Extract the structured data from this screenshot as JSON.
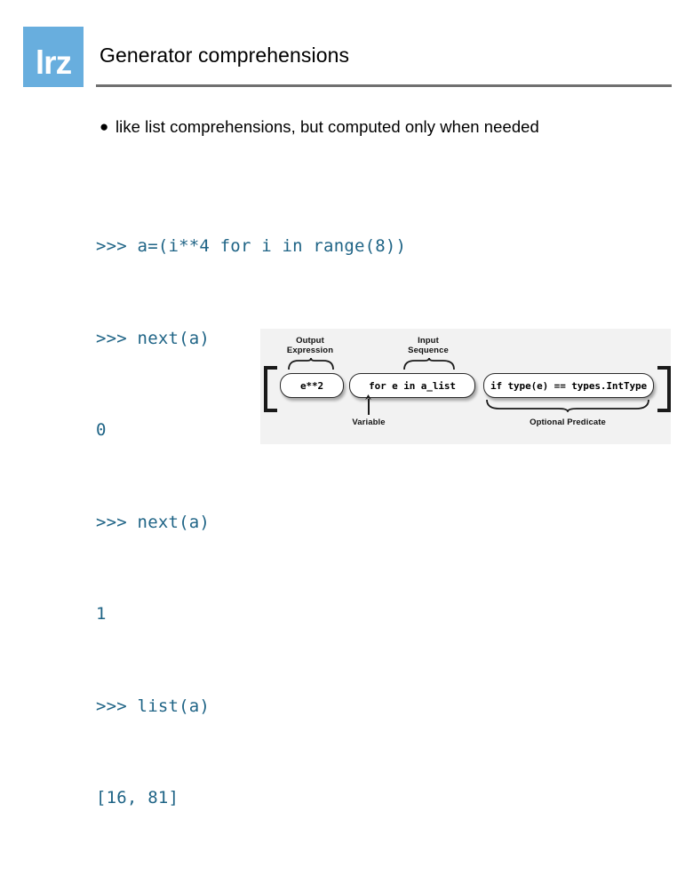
{
  "header": {
    "logo_text": "lrz",
    "logo_color": "#68AEDE",
    "title": "Generator comprehensions",
    "rule_color": "#707070"
  },
  "content": {
    "bullet_marker": "●",
    "bullet_text": "like list comprehensions, but computed only when needed",
    "code_color": "#1F6486",
    "code_lines": [
      ">>> a=(i**4 for i in range(8))",
      ">>> next(a)",
      "0",
      ">>> next(a)",
      "1",
      ">>> list(a)",
      "[16, 81]"
    ]
  },
  "diagram": {
    "background": "#F2F2F2",
    "open_bracket": "[",
    "close_bracket": "]",
    "chunks": [
      {
        "name": "output-expression",
        "code": "e**2"
      },
      {
        "name": "input-sequence",
        "code": "for e in a_list"
      },
      {
        "name": "optional-predicate",
        "code": "if type(e) == types.IntType"
      }
    ],
    "labels": {
      "output_expression_line1": "Output",
      "output_expression_line2": "Expression",
      "input_sequence_line1": "Input",
      "input_sequence_line2": "Sequence",
      "variable": "Variable",
      "optional_predicate": "Optional Predicate"
    }
  }
}
